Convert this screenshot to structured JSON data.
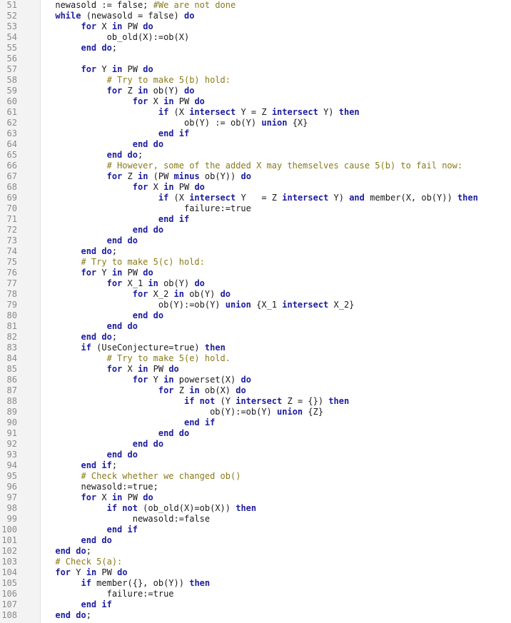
{
  "editor": {
    "lines": [
      {
        "n": "51",
        "segs": [
          {
            "t": "      newasold := false; ",
            "c": "n"
          },
          {
            "t": "#We are not done",
            "c": "c"
          }
        ]
      },
      {
        "n": "52",
        "segs": [
          {
            "t": "      ",
            "c": "n"
          },
          {
            "t": "while",
            "c": "k"
          },
          {
            "t": " (newasold = false) ",
            "c": "n"
          },
          {
            "t": "do",
            "c": "k"
          }
        ]
      },
      {
        "n": "53",
        "segs": [
          {
            "t": "           ",
            "c": "n"
          },
          {
            "t": "for",
            "c": "k"
          },
          {
            "t": " X ",
            "c": "n"
          },
          {
            "t": "in",
            "c": "k"
          },
          {
            "t": " PW ",
            "c": "n"
          },
          {
            "t": "do",
            "c": "k"
          }
        ]
      },
      {
        "n": "54",
        "segs": [
          {
            "t": "                ob_old(X):=ob(X)",
            "c": "n"
          }
        ]
      },
      {
        "n": "55",
        "segs": [
          {
            "t": "           ",
            "c": "n"
          },
          {
            "t": "end do",
            "c": "k"
          },
          {
            "t": ";",
            "c": "n"
          }
        ]
      },
      {
        "n": "56",
        "segs": [
          {
            "t": "",
            "c": "n"
          }
        ]
      },
      {
        "n": "57",
        "segs": [
          {
            "t": "           ",
            "c": "n"
          },
          {
            "t": "for",
            "c": "k"
          },
          {
            "t": " Y ",
            "c": "n"
          },
          {
            "t": "in",
            "c": "k"
          },
          {
            "t": " PW ",
            "c": "n"
          },
          {
            "t": "do",
            "c": "k"
          }
        ]
      },
      {
        "n": "58",
        "segs": [
          {
            "t": "                ",
            "c": "n"
          },
          {
            "t": "# Try to make 5(b) hold:",
            "c": "c"
          }
        ]
      },
      {
        "n": "59",
        "segs": [
          {
            "t": "                ",
            "c": "n"
          },
          {
            "t": "for",
            "c": "k"
          },
          {
            "t": " Z ",
            "c": "n"
          },
          {
            "t": "in",
            "c": "k"
          },
          {
            "t": " ob(Y) ",
            "c": "n"
          },
          {
            "t": "do",
            "c": "k"
          }
        ]
      },
      {
        "n": "60",
        "segs": [
          {
            "t": "                     ",
            "c": "n"
          },
          {
            "t": "for",
            "c": "k"
          },
          {
            "t": " X ",
            "c": "n"
          },
          {
            "t": "in",
            "c": "k"
          },
          {
            "t": " PW ",
            "c": "n"
          },
          {
            "t": "do",
            "c": "k"
          }
        ]
      },
      {
        "n": "61",
        "segs": [
          {
            "t": "                          ",
            "c": "n"
          },
          {
            "t": "if",
            "c": "k"
          },
          {
            "t": " (X ",
            "c": "n"
          },
          {
            "t": "intersect",
            "c": "k"
          },
          {
            "t": " Y = Z ",
            "c": "n"
          },
          {
            "t": "intersect",
            "c": "k"
          },
          {
            "t": " Y) ",
            "c": "n"
          },
          {
            "t": "then",
            "c": "k"
          }
        ]
      },
      {
        "n": "62",
        "segs": [
          {
            "t": "                               ob(Y) := ob(Y) ",
            "c": "n"
          },
          {
            "t": "union",
            "c": "k"
          },
          {
            "t": " {X}",
            "c": "n"
          }
        ]
      },
      {
        "n": "63",
        "segs": [
          {
            "t": "                          ",
            "c": "n"
          },
          {
            "t": "end if",
            "c": "k"
          }
        ]
      },
      {
        "n": "64",
        "segs": [
          {
            "t": "                     ",
            "c": "n"
          },
          {
            "t": "end do",
            "c": "k"
          }
        ]
      },
      {
        "n": "65",
        "segs": [
          {
            "t": "                ",
            "c": "n"
          },
          {
            "t": "end do",
            "c": "k"
          },
          {
            "t": ";",
            "c": "n"
          }
        ]
      },
      {
        "n": "66",
        "segs": [
          {
            "t": "                ",
            "c": "n"
          },
          {
            "t": "# However, some of the added X may themselves cause 5(b) to fail now:",
            "c": "c"
          }
        ]
      },
      {
        "n": "67",
        "segs": [
          {
            "t": "                ",
            "c": "n"
          },
          {
            "t": "for",
            "c": "k"
          },
          {
            "t": " Z ",
            "c": "n"
          },
          {
            "t": "in",
            "c": "k"
          },
          {
            "t": " (PW ",
            "c": "n"
          },
          {
            "t": "minus",
            "c": "k"
          },
          {
            "t": " ob(Y)) ",
            "c": "n"
          },
          {
            "t": "do",
            "c": "k"
          }
        ]
      },
      {
        "n": "68",
        "segs": [
          {
            "t": "                     ",
            "c": "n"
          },
          {
            "t": "for",
            "c": "k"
          },
          {
            "t": " X ",
            "c": "n"
          },
          {
            "t": "in",
            "c": "k"
          },
          {
            "t": " PW ",
            "c": "n"
          },
          {
            "t": "do",
            "c": "k"
          }
        ]
      },
      {
        "n": "69",
        "segs": [
          {
            "t": "                          ",
            "c": "n"
          },
          {
            "t": "if",
            "c": "k"
          },
          {
            "t": " (X ",
            "c": "n"
          },
          {
            "t": "intersect",
            "c": "k"
          },
          {
            "t": " Y   = Z ",
            "c": "n"
          },
          {
            "t": "intersect",
            "c": "k"
          },
          {
            "t": " Y) ",
            "c": "n"
          },
          {
            "t": "and",
            "c": "k"
          },
          {
            "t": " member(X, ob(Y)) ",
            "c": "n"
          },
          {
            "t": "then",
            "c": "k"
          }
        ]
      },
      {
        "n": "70",
        "segs": [
          {
            "t": "                               failure:=true",
            "c": "n"
          }
        ]
      },
      {
        "n": "71",
        "segs": [
          {
            "t": "                          ",
            "c": "n"
          },
          {
            "t": "end if",
            "c": "k"
          }
        ]
      },
      {
        "n": "72",
        "segs": [
          {
            "t": "                     ",
            "c": "n"
          },
          {
            "t": "end do",
            "c": "k"
          }
        ]
      },
      {
        "n": "73",
        "segs": [
          {
            "t": "                ",
            "c": "n"
          },
          {
            "t": "end do",
            "c": "k"
          }
        ]
      },
      {
        "n": "74",
        "segs": [
          {
            "t": "           ",
            "c": "n"
          },
          {
            "t": "end do",
            "c": "k"
          },
          {
            "t": ";",
            "c": "n"
          }
        ]
      },
      {
        "n": "75",
        "segs": [
          {
            "t": "           ",
            "c": "n"
          },
          {
            "t": "# Try to make 5(c) hold:",
            "c": "c"
          }
        ]
      },
      {
        "n": "76",
        "segs": [
          {
            "t": "           ",
            "c": "n"
          },
          {
            "t": "for",
            "c": "k"
          },
          {
            "t": " Y ",
            "c": "n"
          },
          {
            "t": "in",
            "c": "k"
          },
          {
            "t": " PW ",
            "c": "n"
          },
          {
            "t": "do",
            "c": "k"
          }
        ]
      },
      {
        "n": "77",
        "segs": [
          {
            "t": "                ",
            "c": "n"
          },
          {
            "t": "for",
            "c": "k"
          },
          {
            "t": " X_1 ",
            "c": "n"
          },
          {
            "t": "in",
            "c": "k"
          },
          {
            "t": " ob(Y) ",
            "c": "n"
          },
          {
            "t": "do",
            "c": "k"
          }
        ]
      },
      {
        "n": "78",
        "segs": [
          {
            "t": "                     ",
            "c": "n"
          },
          {
            "t": "for",
            "c": "k"
          },
          {
            "t": " X_2 ",
            "c": "n"
          },
          {
            "t": "in",
            "c": "k"
          },
          {
            "t": " ob(Y) ",
            "c": "n"
          },
          {
            "t": "do",
            "c": "k"
          }
        ]
      },
      {
        "n": "79",
        "segs": [
          {
            "t": "                          ob(Y):=ob(Y) ",
            "c": "n"
          },
          {
            "t": "union",
            "c": "k"
          },
          {
            "t": " {X_1 ",
            "c": "n"
          },
          {
            "t": "intersect",
            "c": "k"
          },
          {
            "t": " X_2}",
            "c": "n"
          }
        ]
      },
      {
        "n": "80",
        "segs": [
          {
            "t": "                     ",
            "c": "n"
          },
          {
            "t": "end do",
            "c": "k"
          }
        ]
      },
      {
        "n": "81",
        "segs": [
          {
            "t": "                ",
            "c": "n"
          },
          {
            "t": "end do",
            "c": "k"
          }
        ]
      },
      {
        "n": "82",
        "segs": [
          {
            "t": "           ",
            "c": "n"
          },
          {
            "t": "end do",
            "c": "k"
          },
          {
            "t": ";",
            "c": "n"
          }
        ]
      },
      {
        "n": "83",
        "segs": [
          {
            "t": "           ",
            "c": "n"
          },
          {
            "t": "if",
            "c": "k"
          },
          {
            "t": " (UseConjecture=true) ",
            "c": "n"
          },
          {
            "t": "then",
            "c": "k"
          }
        ]
      },
      {
        "n": "84",
        "segs": [
          {
            "t": "                ",
            "c": "n"
          },
          {
            "t": "# Try to make 5(e) hold.",
            "c": "c"
          }
        ]
      },
      {
        "n": "85",
        "segs": [
          {
            "t": "                ",
            "c": "n"
          },
          {
            "t": "for",
            "c": "k"
          },
          {
            "t": " X ",
            "c": "n"
          },
          {
            "t": "in",
            "c": "k"
          },
          {
            "t": " PW ",
            "c": "n"
          },
          {
            "t": "do",
            "c": "k"
          }
        ]
      },
      {
        "n": "86",
        "segs": [
          {
            "t": "                     ",
            "c": "n"
          },
          {
            "t": "for",
            "c": "k"
          },
          {
            "t": " Y ",
            "c": "n"
          },
          {
            "t": "in",
            "c": "k"
          },
          {
            "t": " powerset(X) ",
            "c": "n"
          },
          {
            "t": "do",
            "c": "k"
          }
        ]
      },
      {
        "n": "87",
        "segs": [
          {
            "t": "                          ",
            "c": "n"
          },
          {
            "t": "for",
            "c": "k"
          },
          {
            "t": " Z ",
            "c": "n"
          },
          {
            "t": "in",
            "c": "k"
          },
          {
            "t": " ob(X) ",
            "c": "n"
          },
          {
            "t": "do",
            "c": "k"
          }
        ]
      },
      {
        "n": "88",
        "segs": [
          {
            "t": "                               ",
            "c": "n"
          },
          {
            "t": "if not",
            "c": "k"
          },
          {
            "t": " (Y ",
            "c": "n"
          },
          {
            "t": "intersect",
            "c": "k"
          },
          {
            "t": " Z = {}) ",
            "c": "n"
          },
          {
            "t": "then",
            "c": "k"
          }
        ]
      },
      {
        "n": "89",
        "segs": [
          {
            "t": "                                    ob(Y):=ob(Y) ",
            "c": "n"
          },
          {
            "t": "union",
            "c": "k"
          },
          {
            "t": " {Z}",
            "c": "n"
          }
        ]
      },
      {
        "n": "90",
        "segs": [
          {
            "t": "                               ",
            "c": "n"
          },
          {
            "t": "end if",
            "c": "k"
          }
        ]
      },
      {
        "n": "91",
        "segs": [
          {
            "t": "                          ",
            "c": "n"
          },
          {
            "t": "end do",
            "c": "k"
          }
        ]
      },
      {
        "n": "92",
        "segs": [
          {
            "t": "                     ",
            "c": "n"
          },
          {
            "t": "end do",
            "c": "k"
          }
        ]
      },
      {
        "n": "93",
        "segs": [
          {
            "t": "                ",
            "c": "n"
          },
          {
            "t": "end do",
            "c": "k"
          }
        ]
      },
      {
        "n": "94",
        "segs": [
          {
            "t": "           ",
            "c": "n"
          },
          {
            "t": "end if",
            "c": "k"
          },
          {
            "t": ";",
            "c": "n"
          }
        ]
      },
      {
        "n": "95",
        "segs": [
          {
            "t": "           ",
            "c": "n"
          },
          {
            "t": "# Check whether we changed ob()",
            "c": "c"
          }
        ]
      },
      {
        "n": "96",
        "segs": [
          {
            "t": "           newasold:=true;",
            "c": "n"
          }
        ]
      },
      {
        "n": "97",
        "segs": [
          {
            "t": "           ",
            "c": "n"
          },
          {
            "t": "for",
            "c": "k"
          },
          {
            "t": " X ",
            "c": "n"
          },
          {
            "t": "in",
            "c": "k"
          },
          {
            "t": " PW ",
            "c": "n"
          },
          {
            "t": "do",
            "c": "k"
          }
        ]
      },
      {
        "n": "98",
        "segs": [
          {
            "t": "                ",
            "c": "n"
          },
          {
            "t": "if not",
            "c": "k"
          },
          {
            "t": " (ob_old(X)=ob(X)) ",
            "c": "n"
          },
          {
            "t": "then",
            "c": "k"
          }
        ]
      },
      {
        "n": "99",
        "segs": [
          {
            "t": "                     newasold:=false",
            "c": "n"
          }
        ]
      },
      {
        "n": "100",
        "segs": [
          {
            "t": "                ",
            "c": "n"
          },
          {
            "t": "end if",
            "c": "k"
          }
        ]
      },
      {
        "n": "101",
        "segs": [
          {
            "t": "           ",
            "c": "n"
          },
          {
            "t": "end do",
            "c": "k"
          }
        ]
      },
      {
        "n": "102",
        "segs": [
          {
            "t": "      ",
            "c": "n"
          },
          {
            "t": "end do",
            "c": "k"
          },
          {
            "t": ";",
            "c": "n"
          }
        ]
      },
      {
        "n": "103",
        "segs": [
          {
            "t": "      ",
            "c": "n"
          },
          {
            "t": "# Check 5(a):",
            "c": "c"
          }
        ]
      },
      {
        "n": "104",
        "segs": [
          {
            "t": "      ",
            "c": "n"
          },
          {
            "t": "for",
            "c": "k"
          },
          {
            "t": " Y ",
            "c": "n"
          },
          {
            "t": "in",
            "c": "k"
          },
          {
            "t": " PW ",
            "c": "n"
          },
          {
            "t": "do",
            "c": "k"
          }
        ]
      },
      {
        "n": "105",
        "segs": [
          {
            "t": "           ",
            "c": "n"
          },
          {
            "t": "if",
            "c": "k"
          },
          {
            "t": " member({}, ob(Y)) ",
            "c": "n"
          },
          {
            "t": "then",
            "c": "k"
          }
        ]
      },
      {
        "n": "106",
        "segs": [
          {
            "t": "                failure:=true",
            "c": "n"
          }
        ]
      },
      {
        "n": "107",
        "segs": [
          {
            "t": "           ",
            "c": "n"
          },
          {
            "t": "end if",
            "c": "k"
          }
        ]
      },
      {
        "n": "108",
        "segs": [
          {
            "t": "      ",
            "c": "n"
          },
          {
            "t": "end do",
            "c": "k"
          },
          {
            "t": ";",
            "c": "n"
          }
        ]
      }
    ]
  }
}
